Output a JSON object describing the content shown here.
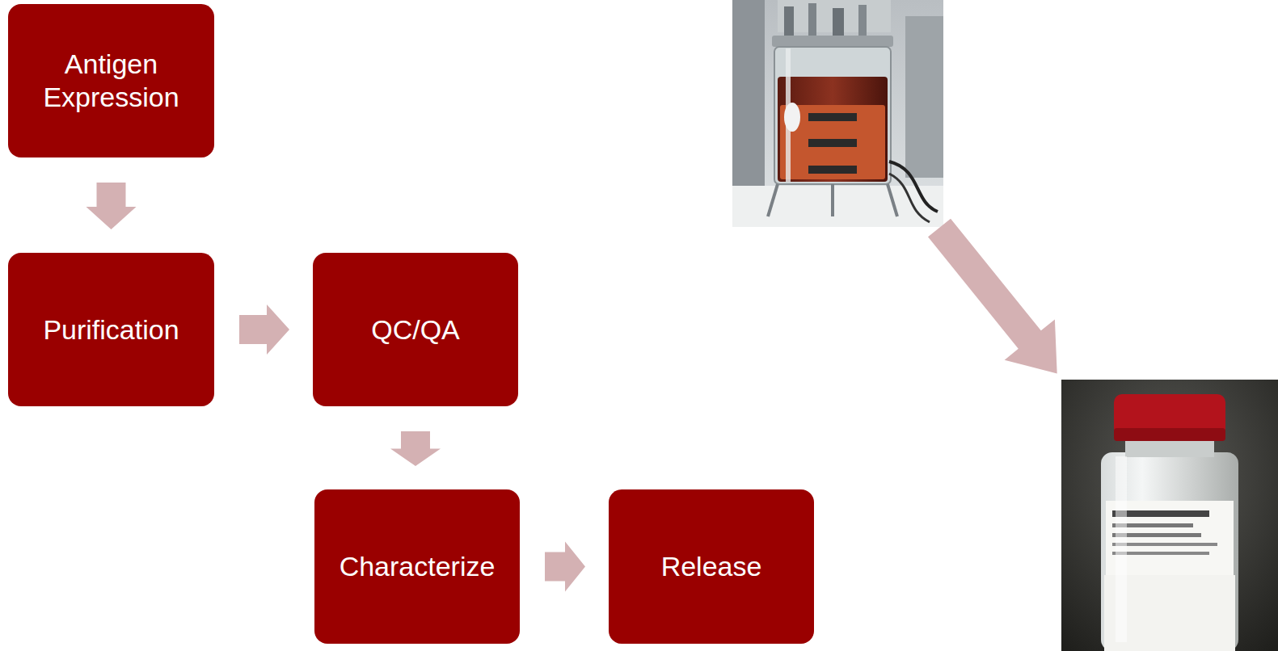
{
  "diagram": {
    "nodes": [
      {
        "text": [
          "Antigen Expression"
        ]
      },
      {
        "text": [
          "Purification"
        ]
      },
      {
        "text": [
          "QC/QA"
        ]
      },
      {
        "text": [
          "Characterize"
        ]
      },
      {
        "text": [
          "Release"
        ]
      }
    ],
    "edges": [
      {
        "from": 0,
        "to": 1,
        "arrow": "to"
      },
      {
        "from": 1,
        "to": 2,
        "arrow": "to"
      },
      {
        "from": 2,
        "to": 3,
        "arrow": "to"
      },
      {
        "from": 3,
        "to": 4,
        "arrow": "to"
      }
    ]
  }
}
